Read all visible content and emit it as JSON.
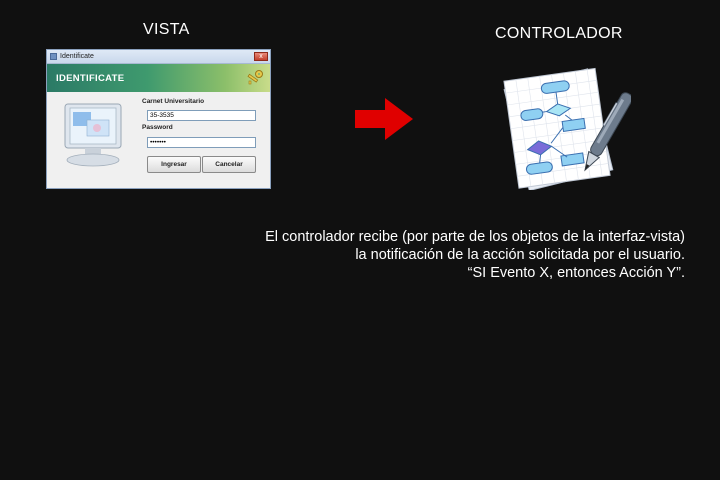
{
  "labels": {
    "vista": "VISTA",
    "controlador": "CONTROLADOR"
  },
  "dialog": {
    "window_title": "Identificate",
    "header_title": "IDENTIFICATE",
    "carnet_label": "Carnet Universitario",
    "carnet_value": "35-3535",
    "password_label": "Password",
    "password_value": "•••••••",
    "ingresar_label": "Ingresar",
    "cancelar_label": "Cancelar",
    "close_glyph": "x",
    "header_color": "#2b7a66"
  },
  "arrow": {
    "color": "#e00000",
    "icon": "right-arrow-icon"
  },
  "controller": {
    "icon": "flowchart-document-with-pen-icon"
  },
  "caption": {
    "line1": "El controlador recibe (por parte de los objetos de la interfaz-vista)",
    "line2": "la notificación de la acción solicitada por el usuario.",
    "line3": "“SI Evento X, entonces Acción Y”."
  }
}
